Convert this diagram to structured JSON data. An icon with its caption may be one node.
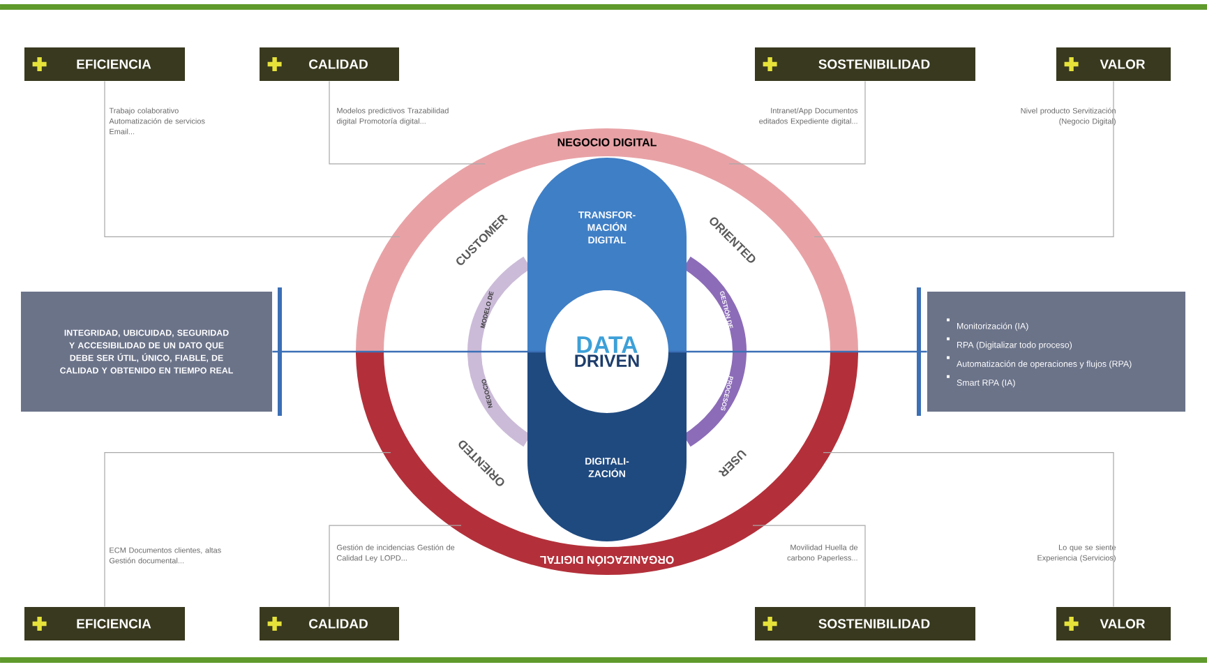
{
  "diagram": {
    "nodes": [
      {
        "text": [
          "EFICIENCIA"
        ]
      },
      {
        "text": [
          "CALIDAD"
        ]
      },
      {
        "text": [
          "SOSTENIBILIDAD"
        ]
      },
      {
        "text": [
          "VALOR"
        ]
      },
      {
        "text": [
          "NEGOCIO DIGITAL",
          "CUSTOMER",
          "ORIENTED",
          "ORIENTED",
          "USER",
          "ORGANIZACIÓN DIGITAL"
        ]
      },
      {
        "text": [
          "MODELO DE",
          "NEGOCIO",
          "GESTIÓN DE",
          "PROCESOS"
        ],
        "in": 4
      },
      {
        "text": [
          "TRANSFOR- MACIÓN DIGITAL"
        ],
        "in": 4
      },
      {
        "text": [
          "DIGITALI- ZACIÓN"
        ],
        "in": 4
      },
      {
        "text": [
          "DATA",
          "DRIVEN"
        ],
        "in": 5
      },
      {
        "text": [
          "INTEGRIDAD, UBICUIDAD, SEGURIDAD Y ACCESIBILIDAD DE UN **DATO** QUE DEBE SER ÚTIL, ÚNICO, FIABLE, DE CALIDAD Y OBTENIDO EN TIEMPO REAL"
        ]
      },
      {
        "text": [
          "Monitorización (IA)",
          "RPA (Digitalizar todo proceso)",
          "Automatización de operaciones y flujos (RPA)",
          "Smart RPA (IA)"
        ]
      },
      {
        "text": [
          "EFICIENCIA"
        ]
      },
      {
        "text": [
          "CALIDAD"
        ]
      },
      {
        "text": [
          "SOSTENIBILIDAD"
        ]
      },
      {
        "text": [
          "VALOR"
        ]
      }
    ],
    "edges": [
      {
        "from": 0,
        "to": 4,
        "arrow": "none"
      },
      {
        "from": 1,
        "to": 4,
        "arrow": "none"
      },
      {
        "from": 2,
        "to": 4,
        "arrow": "none"
      },
      {
        "from": 3,
        "to": 4,
        "arrow": "none"
      },
      {
        "from": 9,
        "to": 8,
        "arrow": "none",
        "color": "#3b6fb6"
      },
      {
        "from": 8,
        "to": 10,
        "arrow": "none",
        "color": "#3b6fb6"
      },
      {
        "from": 11,
        "to": 4,
        "arrow": "none"
      },
      {
        "from": 12,
        "to": 4,
        "arrow": "none"
      },
      {
        "from": 13,
        "to": 4,
        "arrow": "none"
      },
      {
        "from": 14,
        "to": 4,
        "arrow": "none"
      }
    ],
    "labels": [
      "Trabajo colaborativo Automatización de servicios Email...",
      "Modelos predictivos Trazabilidad digital Promotoría digital...",
      "Intranet/App Documentos editados Expediente digital...",
      "Nivel producto Servitización (Negocio Digital)",
      "ECM Documentos clientes, altas Gestión documental...",
      "Gestión de incidencias Gestión de Calidad Ley LOPD...",
      "Movilidad Huella de carbono Paperless...",
      "Lo que se siente Experiencia (Servicios)"
    ]
  }
}
